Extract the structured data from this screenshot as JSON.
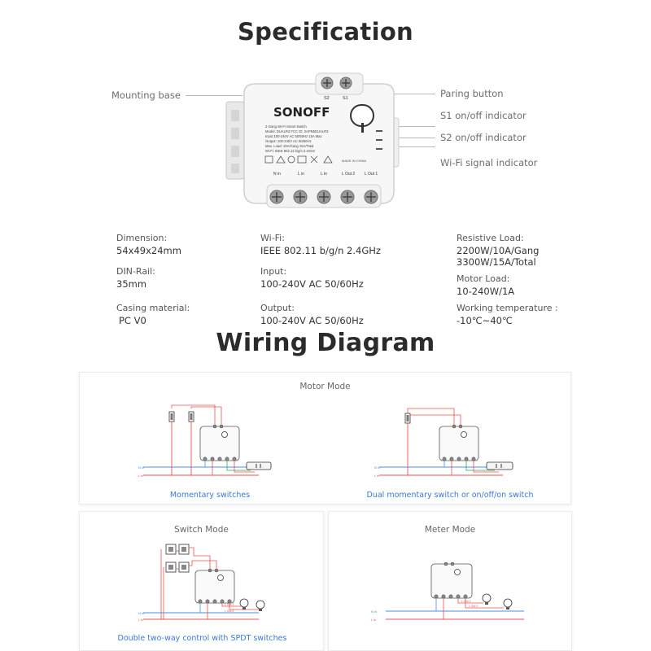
{
  "spec_title": "Specification",
  "wiring_title": "Wiring Diagram",
  "device": {
    "brand": "SONOFF",
    "model_lines": [
      "2-Gang Wi-Fi Smart Switch",
      "Model: DUALR3    FCC ID: 2APN5DUALR3",
      "Input:100-240V AC 50/60Hz 15A Max",
      "Output: 100-240V AC 50/60Hz",
      "Max. Load: 10A/Gang 15A/Total",
      "Wi-Fi: IEEE 802.11 b/g/n 2.4GHz"
    ],
    "made_in": "MADE IN CHINA",
    "top_terminals": [
      "S2",
      "S1"
    ],
    "bottom_terminals": [
      "N in",
      "L in",
      "L in",
      "L Out 2",
      "L Out 1"
    ]
  },
  "callouts": {
    "mounting_base": "Mounting base",
    "paring_button": "Paring button",
    "s1_indicator": "S1 on/off indicator",
    "s2_indicator": "S2 on/off indicator",
    "wifi_indicator": "Wi-Fi signal indicator"
  },
  "specs": {
    "dimension": {
      "label": "Dimension:",
      "value": "54x49x24mm"
    },
    "din_rail": {
      "label": "DIN-Rail:",
      "value": "35mm"
    },
    "casing": {
      "label": "Casing material:",
      "value": "PC V0"
    },
    "wifi": {
      "label": "Wi-Fi:",
      "value": "IEEE 802.11 b/g/n 2.4GHz"
    },
    "input": {
      "label": "Input:",
      "value": "100-240V AC 50/60Hz"
    },
    "output": {
      "label": "Output:",
      "value": "100-240V AC 50/60Hz"
    },
    "resistive_load": {
      "label": "Resistive Load:",
      "value_1": "2200W/10A/Gang",
      "value_2": "3300W/15A/Total"
    },
    "motor_load": {
      "label": "Motor Load:",
      "value": "10-240W/1A"
    },
    "working_temp": {
      "label": "Working temperature :",
      "value": "-10℃~40℃"
    }
  },
  "wiring": {
    "motor_mode": {
      "title": "Motor Mode",
      "left_caption": "Momentary switches",
      "right_caption": "Dual momentary switch or on/off/on switch"
    },
    "switch_mode": {
      "title": "Switch Mode",
      "caption": "Double two-way control with SPDT switches"
    },
    "meter_mode": {
      "title": "Meter Mode"
    },
    "wire_labels": {
      "n": "N in",
      "l": "L in",
      "out1": "L Out 1",
      "out2": "L Out 2"
    }
  },
  "colors": {
    "red_wire": "#e8524f",
    "blue_wire": "#4a8fe0",
    "green_wire": "#3fa45b",
    "caption": "#3a7bd5"
  }
}
